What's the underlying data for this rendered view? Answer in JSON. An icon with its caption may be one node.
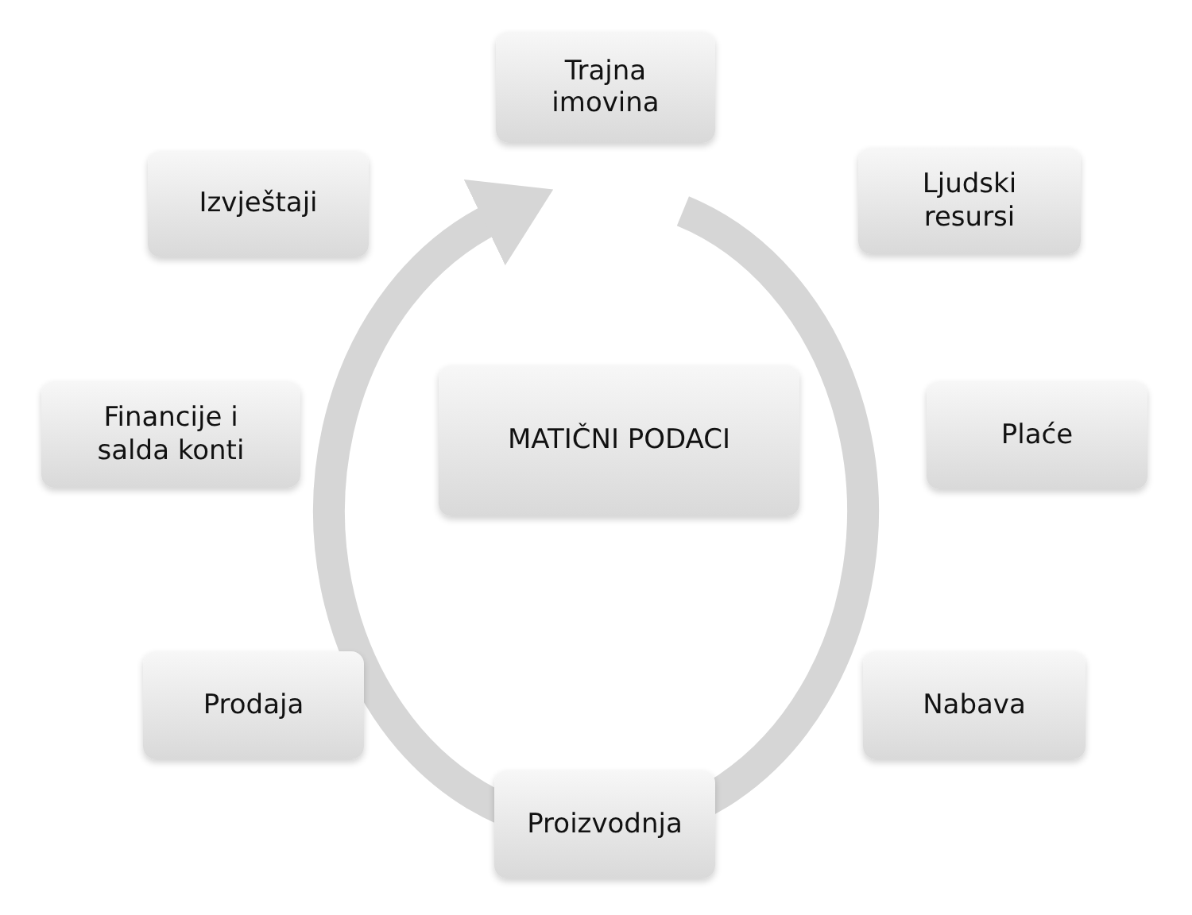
{
  "diagram": {
    "nodes": [
      {
        "text": [
          "Trajna imovina"
        ]
      },
      {
        "text": [
          "Ljudski resursi"
        ]
      },
      {
        "text": [
          "Plaće"
        ]
      },
      {
        "text": [
          "Nabava"
        ]
      },
      {
        "text": [
          "Proizvodnja"
        ]
      },
      {
        "text": [
          "Prodaja"
        ]
      },
      {
        "text": [
          "Financije i salda konti"
        ]
      },
      {
        "text": [
          "Izvještaji"
        ]
      },
      {
        "text": [
          "MATIČNI PODACI"
        ]
      }
    ]
  }
}
